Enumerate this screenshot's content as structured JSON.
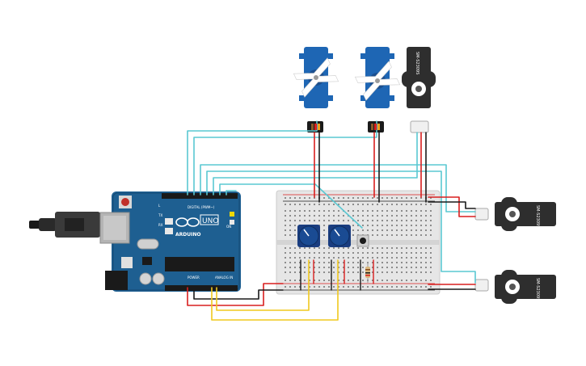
{
  "arduino": {
    "brand": "ARDUINO",
    "model": "UNO",
    "digital_label": "DIGITAL (PWM~)",
    "power_label": "POWER",
    "analog_label": "ANALOG IN",
    "tx_label": "TX",
    "rx_label": "RX",
    "l_label": "L",
    "on_label": "ON"
  },
  "servos": {
    "model_label": "SM-S2309S"
  },
  "colors": {
    "board": "#1e5f91",
    "breadboard": "#e6e6e6",
    "servo_blue": "#1e66b4",
    "servo_black": "#2e2e2e",
    "wire_cyan": "#5ac8d2",
    "wire_red": "#d91e1e",
    "wire_black": "#1a1a1a",
    "wire_yellow": "#f0c81e",
    "potentiometer": "#1a4b93"
  }
}
